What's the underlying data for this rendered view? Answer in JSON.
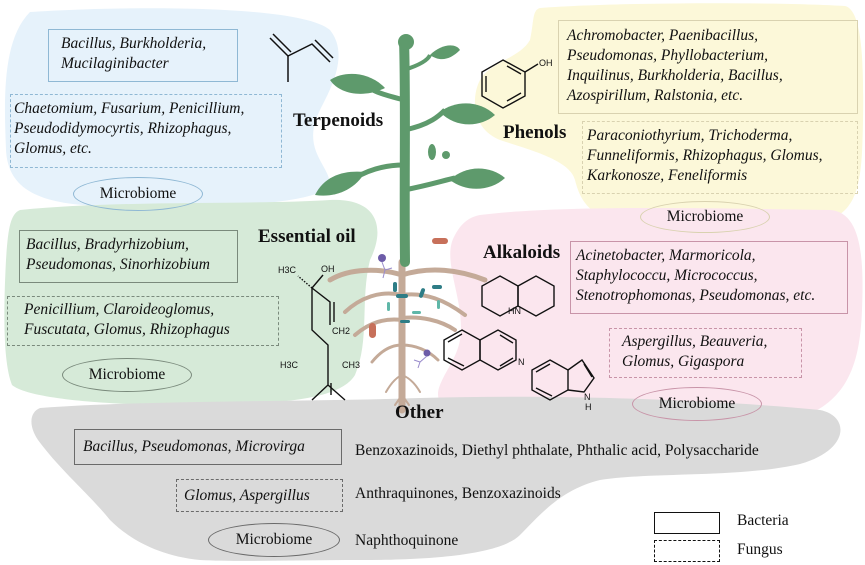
{
  "colors": {
    "terpenoids_bg": "#e6f2fb",
    "terpenoids_border": "#8fb8d4",
    "phenols_bg": "#fcf8d9",
    "phenols_border": "#d9d2b0",
    "essential_oil_bg": "#d6ead8",
    "essential_oil_border": "#7a8a7c",
    "alkaloids_bg": "#fbe6ee",
    "alkaloids_border": "#c894a8",
    "other_bg": "#dadada",
    "other_border": "#6a6a6a",
    "plant_green": "#5e9a6c",
    "root_tan": "#c4aa98"
  },
  "groups": {
    "terpenoids": {
      "title": "Terpenoids",
      "bacteria": [
        "Bacillus, Burkholderia,",
        "Mucilaginibacter"
      ],
      "fungi": [
        "Chaetomium, Fusarium, Penicillium,",
        "Pseudodidymocyrtis, Rhizophagus,",
        "Glomus, etc."
      ],
      "microbiome": "Microbiome"
    },
    "phenols": {
      "title": "Phenols",
      "structure_label": "OH",
      "bacteria": [
        "Achromobacter, Paenibacillus,",
        "Pseudomonas, Phyllobacterium,",
        "Inquilinus, Burkholderia, Bacillus,",
        "Azospirillum, Ralstonia, etc."
      ],
      "fungi": [
        "Paraconiothyrium, Trichoderma,",
        "Funneliformis, Rhizophagus, Glomus,",
        "Karkonosze, Feneliformis"
      ],
      "microbiome": "Microbiome"
    },
    "essential_oil": {
      "title": "Essential oil",
      "structure_labels": [
        "H3C",
        "OH",
        "CH2",
        "H3C",
        "CH3"
      ],
      "bacteria": [
        "Bacillus, Bradyrhizobium,",
        "Pseudomonas, Sinorhizobium"
      ],
      "fungi": [
        "Penicillium, Claroideoglomus,",
        "Fuscutata, Glomus, Rhizophagus"
      ],
      "microbiome": "Microbiome"
    },
    "alkaloids": {
      "title": "Alkaloids",
      "structure_labels": [
        "HN",
        "N",
        "N",
        "H"
      ],
      "bacteria": [
        "Acinetobacter, Marmoricola,",
        "Staphylococcu, Micrococcus,",
        "Stenotrophomonas, Pseudomonas, etc."
      ],
      "fungi": [
        "Aspergillus, Beauveria,",
        "Glomus, Gigaspora"
      ],
      "microbiome": "Microbiome"
    },
    "other": {
      "title": "Other",
      "rows": [
        {
          "source": "Bacillus, Pseudomonas, Microvirga",
          "type": "bacteria",
          "compounds": "Benzoxazinoids, Diethyl phthalate, Phthalic acid, Polysaccharide"
        },
        {
          "source": "Glomus, Aspergillus",
          "type": "fungus",
          "compounds": "Anthraquinones, Benzoxazinoids"
        },
        {
          "source": "Microbiome",
          "type": "microbiome",
          "compounds": "Naphthoquinone"
        }
      ]
    }
  },
  "legend": {
    "bacteria": "Bacteria",
    "fungus": "Fungus"
  }
}
